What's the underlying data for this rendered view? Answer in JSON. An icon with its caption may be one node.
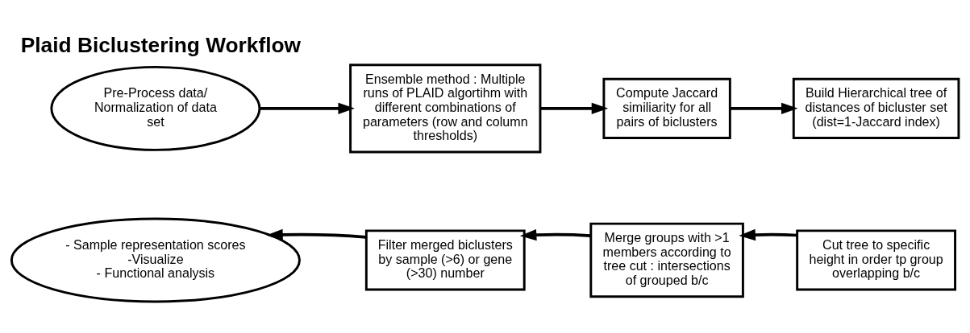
{
  "diagram": {
    "title": "Plaid Biclustering Workflow",
    "nodes": [
      {
        "text": [
          "Pre-Process data/ Normalization of data set"
        ]
      },
      {
        "text": [
          "Ensemble method : Multiple runs of PLAID algortihm with different combinations of parameters (row and column thresholds)"
        ]
      },
      {
        "text": [
          "Compute Jaccard similiarity for all pairs of biclusters"
        ]
      },
      {
        "text": [
          "Build Hierarchical tree of distances of bicluster set (dist=1-Jaccard index)"
        ]
      },
      {
        "text": [
          "Cut tree to specific height in order tp group overlapping b/c"
        ]
      },
      {
        "text": [
          "Merge groups with >1 members according to tree cut : intersections of grouped b/c"
        ]
      },
      {
        "text": [
          "Filter merged biclusters by sample (>6) or gene (>30) number"
        ]
      },
      {
        "text": [
          "- Sample representation scores",
          "-Visualize",
          "- Functional analysis"
        ]
      }
    ],
    "edges": [
      {
        "from": 0,
        "to": 1,
        "arrow": "to"
      },
      {
        "from": 1,
        "to": 2,
        "arrow": "to"
      },
      {
        "from": 2,
        "to": 3,
        "arrow": "to"
      },
      {
        "from": 4,
        "to": 5,
        "arrow": "to"
      },
      {
        "from": 5,
        "to": 6,
        "arrow": "to"
      },
      {
        "from": 6,
        "to": 7,
        "arrow": "to"
      }
    ]
  }
}
